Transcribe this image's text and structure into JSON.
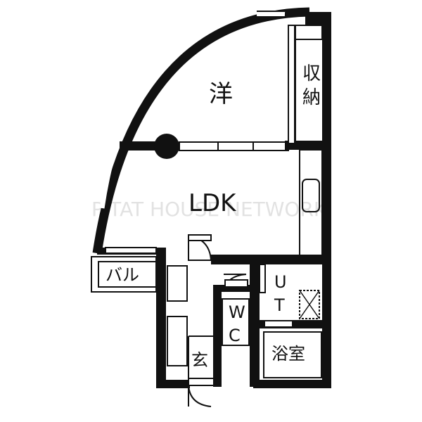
{
  "rooms": {
    "western": "洋",
    "storage": [
      "収",
      "納"
    ],
    "ldk": "LDK",
    "balcony": "バル",
    "utility": [
      "U",
      "T"
    ],
    "toilet": [
      "W",
      "C"
    ],
    "bath": "浴室",
    "entrance": "玄"
  },
  "watermark": "PITAT HOUSE NETWORK",
  "colors": {
    "wall": "#111111",
    "background": "#ffffff"
  }
}
